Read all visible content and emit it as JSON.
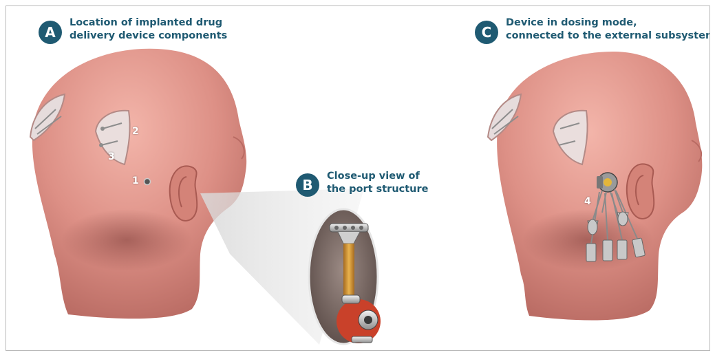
{
  "panels": {
    "a": {
      "badge": "A",
      "caption_line1": "Location of implanted drug",
      "caption_line2": "delivery device components",
      "labels": [
        "1",
        "2",
        "3"
      ]
    },
    "b": {
      "badge": "B",
      "caption_line1": "Close-up view of",
      "caption_line2": "the port structure"
    },
    "c": {
      "badge": "C",
      "caption_line1": "Device in dosing mode,",
      "caption_line2": "connected to the external subsystem",
      "labels": [
        "4"
      ]
    }
  },
  "colors": {
    "accent": "#1f5a72",
    "skin": "#d98c84",
    "port_base": "#c9412a"
  }
}
